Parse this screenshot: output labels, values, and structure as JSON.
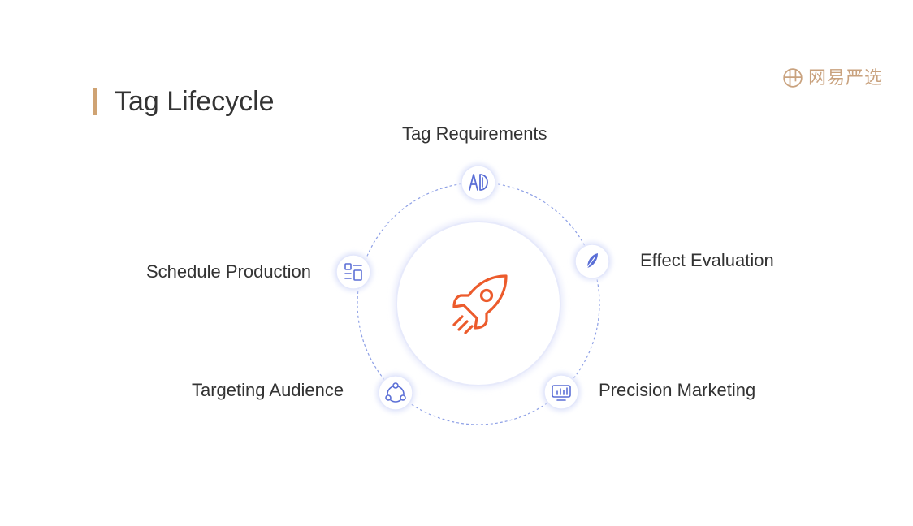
{
  "slide": {
    "title": "Tag Lifecycle"
  },
  "logo": {
    "text": "网易严选"
  },
  "cycle": {
    "center_icon": "rocket-icon",
    "stages": [
      {
        "label": "Tag Requirements",
        "icon": "ad-icon"
      },
      {
        "label": "Effect Evaluation",
        "icon": "feather-icon"
      },
      {
        "label": "Precision Marketing",
        "icon": "monitor-chart-icon"
      },
      {
        "label": "Targeting Audience",
        "icon": "share-network-icon"
      },
      {
        "label": "Schedule Production",
        "icon": "schedule-layout-icon"
      }
    ]
  },
  "colors": {
    "accent": "#cfa373",
    "logo": "#c9a27e",
    "rocket": "#ec5b2c",
    "icon": "#5b6fd6",
    "ring": "#8ea0e6"
  }
}
